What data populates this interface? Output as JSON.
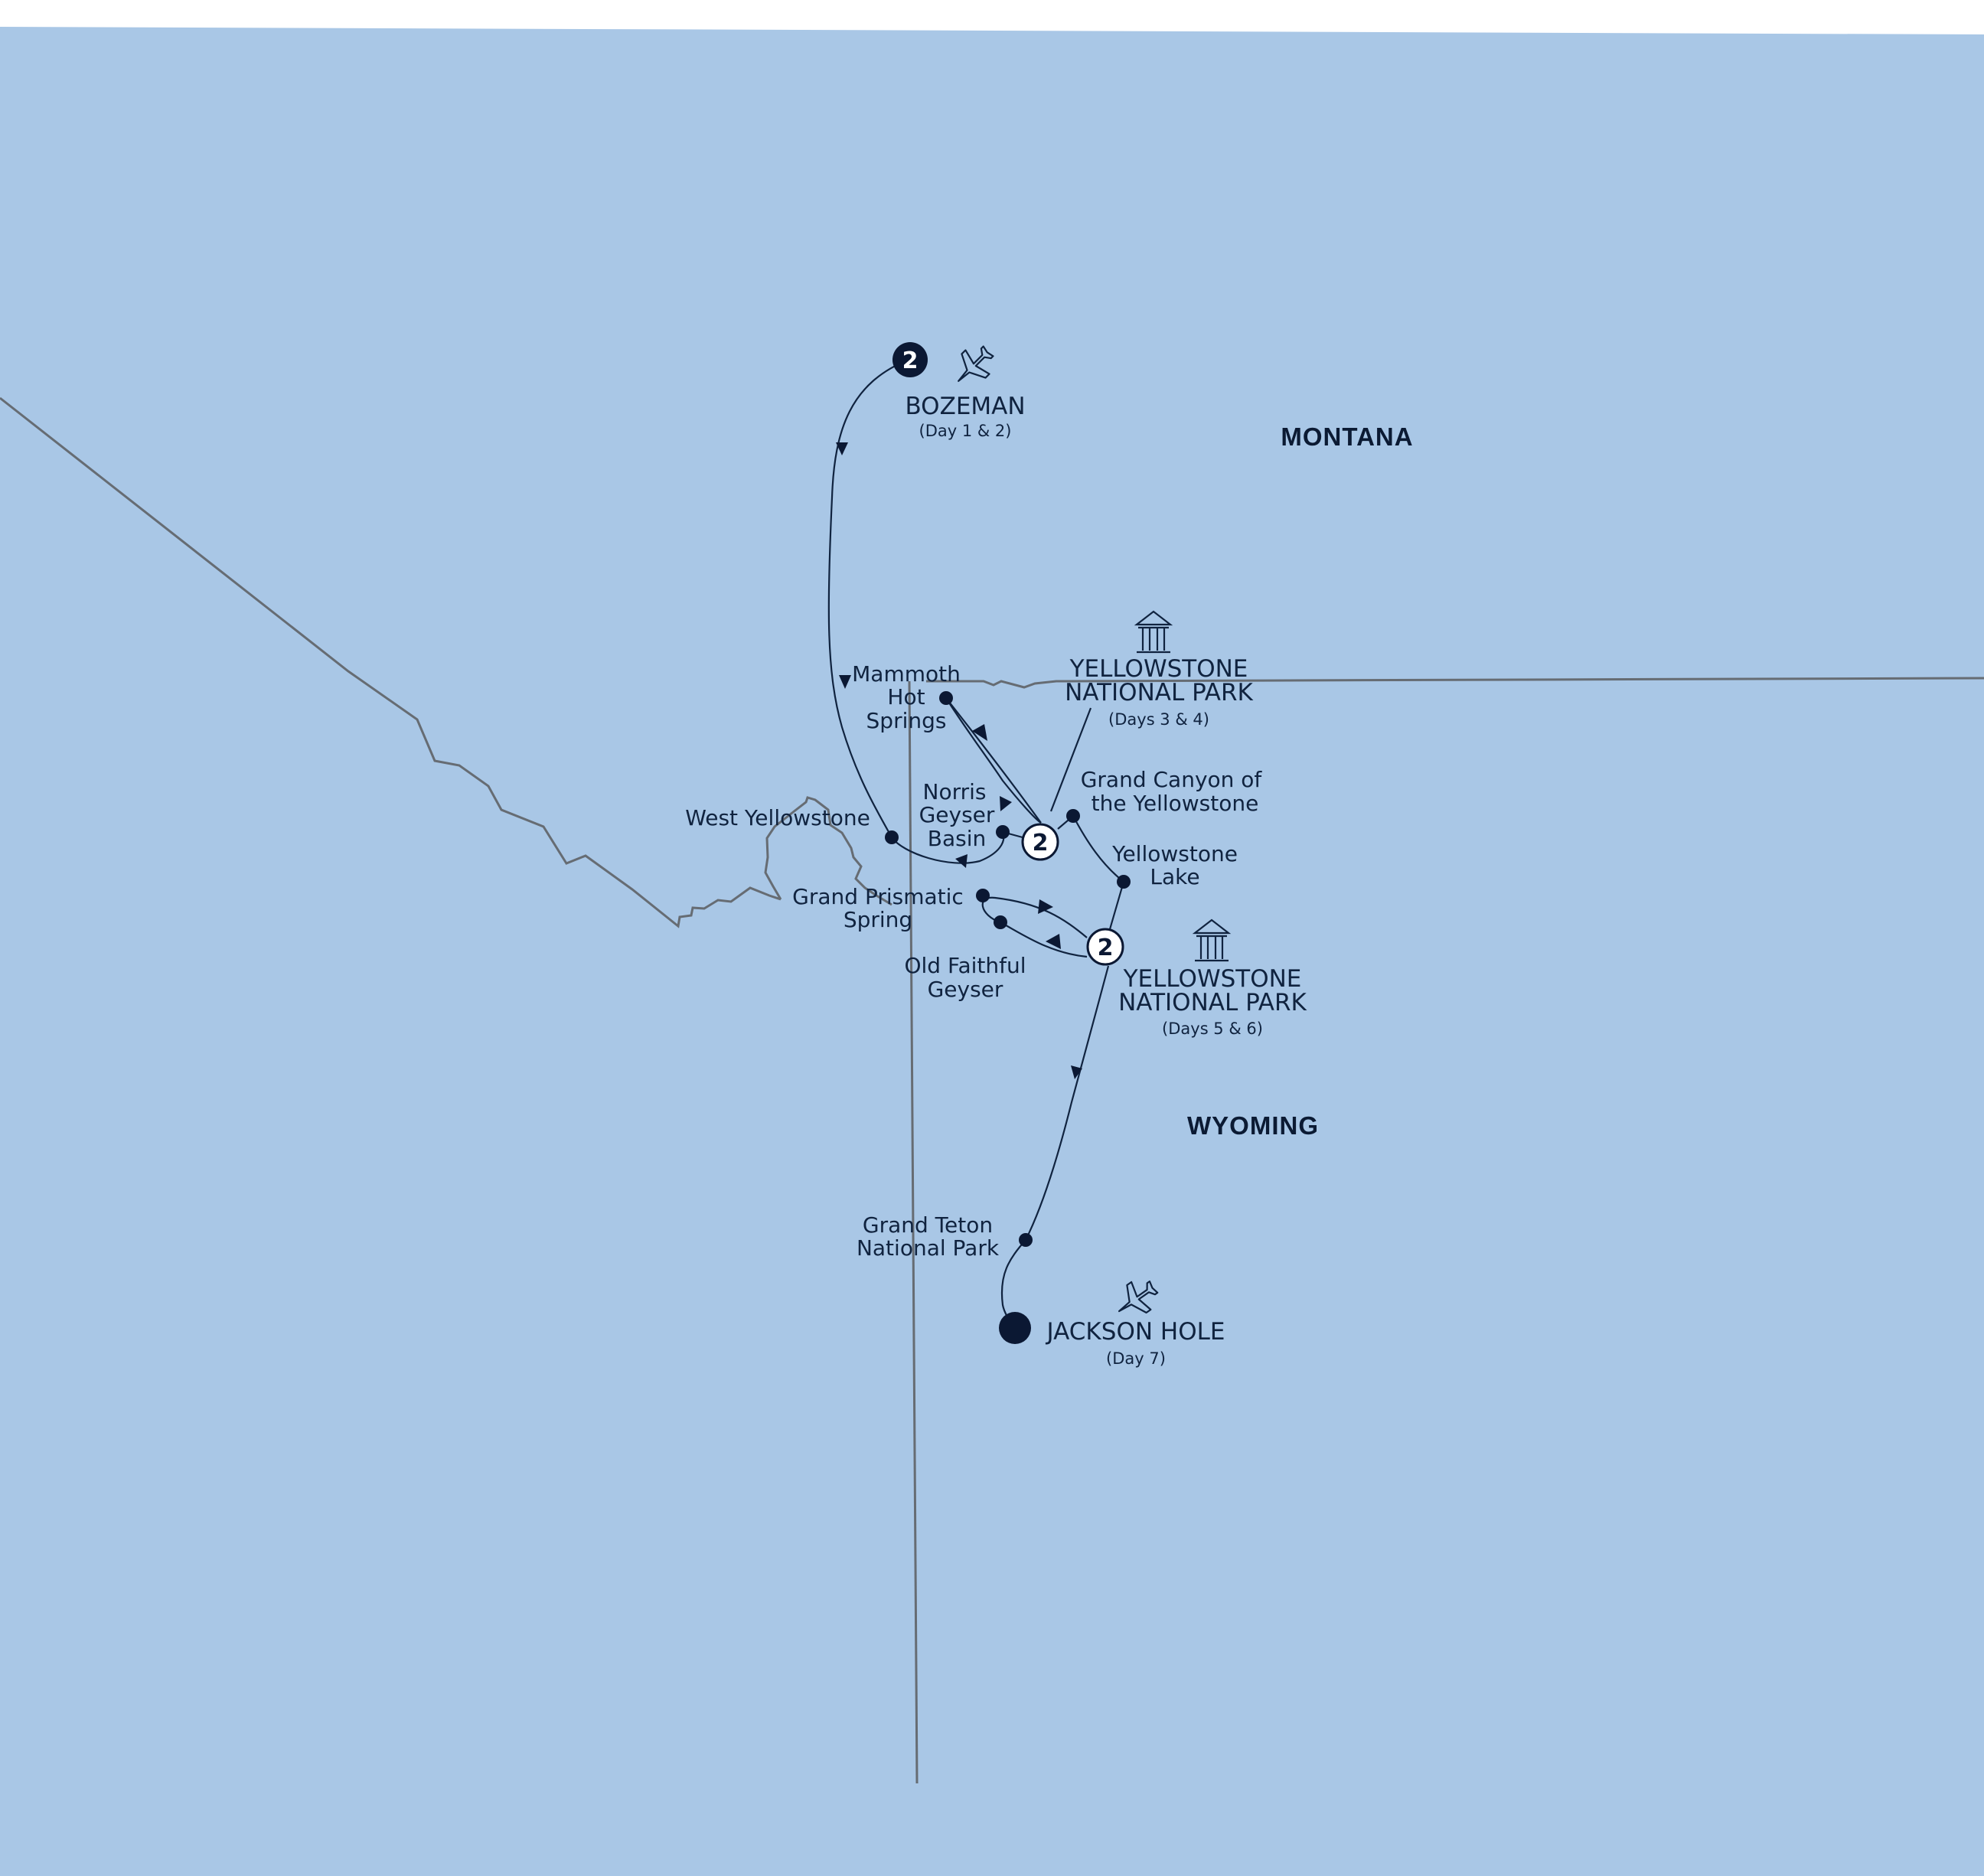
{
  "colors": {
    "water": "#a9c7e6",
    "route": "#10233f",
    "border": "#666c73",
    "marker": "#0b1833"
  },
  "states": {
    "montana": "MONTANA",
    "wyoming": "WYOMING"
  },
  "overnights": {
    "bozeman": {
      "name": "BOZEMAN",
      "days": "(Day 1 & 2)",
      "nights": "2",
      "icon": "airplane-icon"
    },
    "park_north": {
      "name_line1": "YELLOWSTONE",
      "name_line2": "NATIONAL PARK",
      "days": "(Days 3 & 4)",
      "nights": "2",
      "icon": "lodge-icon"
    },
    "park_south": {
      "name_line1": "YELLOWSTONE",
      "name_line2": "NATIONAL PARK",
      "days": "(Days 5 & 6)",
      "nights": "2",
      "icon": "lodge-icon"
    },
    "jackson_hole": {
      "name": "JACKSON HOLE",
      "days": "(Day 7)",
      "icon": "airplane-icon"
    }
  },
  "stops": {
    "mammoth": [
      "Mammoth",
      "Hot",
      "Springs"
    ],
    "west_yellowstone": [
      "West Yellowstone"
    ],
    "norris": [
      "Norris",
      "Geyser",
      "Basin"
    ],
    "grand_canyon": [
      "Grand Canyon of",
      "the Yellowstone"
    ],
    "yellowstone_lake": [
      "Yellowstone",
      "Lake"
    ],
    "grand_prismatic": [
      "Grand Prismatic",
      "Spring"
    ],
    "old_faithful": [
      "Old Faithful",
      "Geyser"
    ],
    "grand_teton": [
      "Grand Teton",
      "National Park"
    ]
  }
}
